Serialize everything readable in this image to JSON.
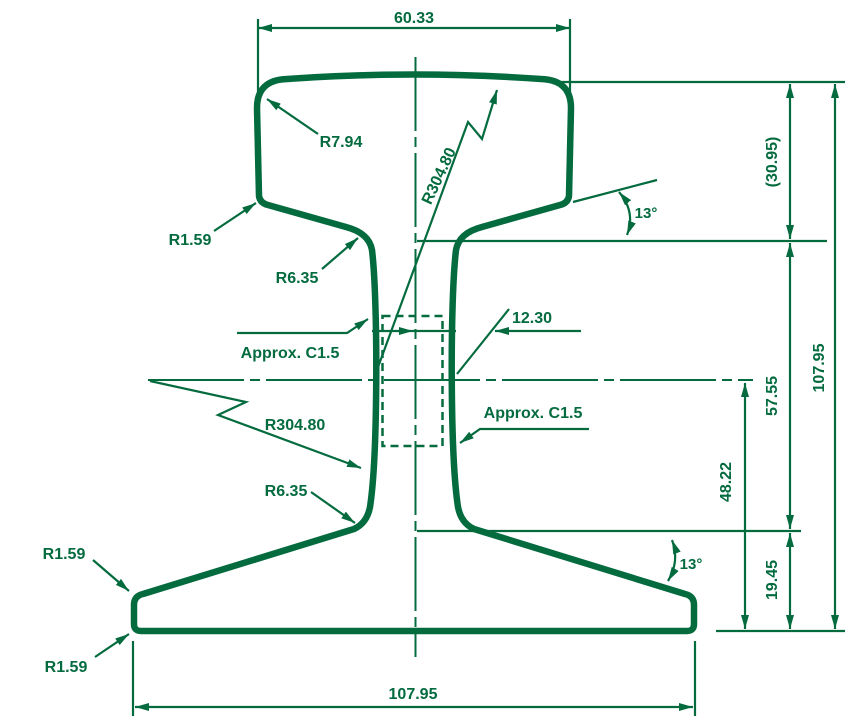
{
  "colors": {
    "line": "#046B3F",
    "background": "#FFFFFF"
  },
  "labels": {
    "head_width": "60.33",
    "base_width": "107.95",
    "overall_height": "107.95",
    "head_depth_ref": "(30.95)",
    "fishing_height": "57.55",
    "base_seat_height": "48.22",
    "base_height": "19.45",
    "web_thickness": "12.30",
    "head_underside_angle": "13°",
    "base_top_angle": "13°",
    "head_corner_radius": "R7.94",
    "head_edge_radius": "R1.59",
    "head_web_fillet_radius": "R6.35",
    "head_crown_radius": "R304.80",
    "web_face_radius": "R304.80",
    "base_web_fillet_radius": "R6.35",
    "base_corner_radius_top": "R1.59",
    "base_corner_radius_bottom": "R1.59",
    "web_chamfer_left": "Approx. C1.5",
    "web_chamfer_right": "Approx. C1.5"
  }
}
